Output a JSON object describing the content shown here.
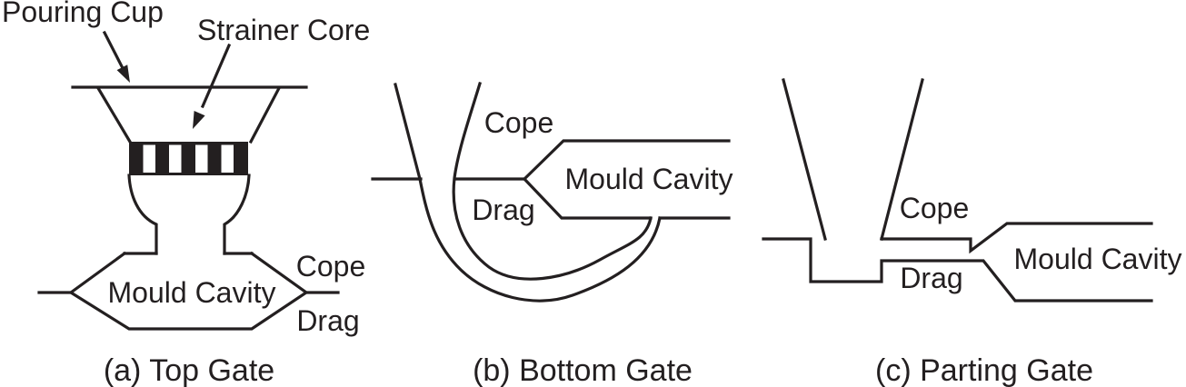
{
  "figure": {
    "background": "#ffffff",
    "line_color": "#231f20",
    "diagrams": [
      {
        "caption": "(a) Top Gate",
        "labels": {
          "pouring_cup": "Pouring Cup",
          "strainer_core": "Strainer Core",
          "mould_cavity": "Mould Cavity",
          "cope": "Cope",
          "drag": "Drag"
        }
      },
      {
        "caption": "(b) Bottom Gate",
        "labels": {
          "cope": "Cope",
          "drag": "Drag",
          "mould_cavity": "Mould Cavity"
        }
      },
      {
        "caption": "(c) Parting Gate",
        "labels": {
          "cope": "Cope",
          "drag": "Drag",
          "mould_cavity": "Mould Cavity"
        }
      }
    ]
  }
}
